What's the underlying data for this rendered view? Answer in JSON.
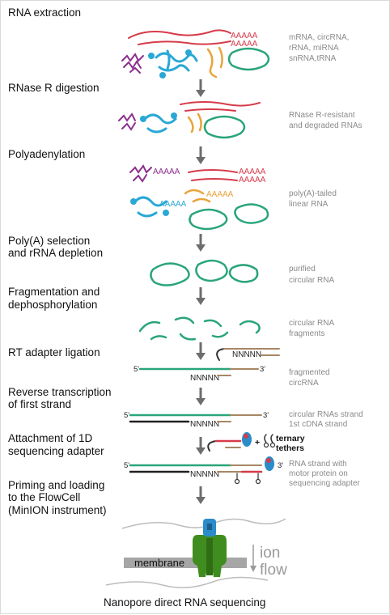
{
  "steps": [
    {
      "lines": [
        "RNA extraction"
      ]
    },
    {
      "lines": [
        "RNase R digestion"
      ]
    },
    {
      "lines": [
        "Polyadenylation"
      ]
    },
    {
      "lines": [
        "Poly(A) selection",
        "and rRNA depletion"
      ]
    },
    {
      "lines": [
        "Fragmentation and",
        "dephosphorylation"
      ]
    },
    {
      "lines": [
        "RT adapter ligation"
      ]
    },
    {
      "lines": [
        "Reverse transcription",
        "of first strand"
      ]
    },
    {
      "lines": [
        "Attachment of 1D",
        "sequencing adapter"
      ]
    },
    {
      "lines": [
        "Priming and loading",
        "to the FlowCell",
        "(MinION instrument)"
      ]
    }
  ],
  "notes": {
    "extraction": [
      "mRNA, circRNA,",
      "rRNA, miRNA",
      "snRNA,tRNA"
    ],
    "digestion": [
      "RNase R-resistant",
      "and degraded RNAs"
    ],
    "polyadenylation": [
      "poly(A)-tailed",
      "linear RNA"
    ],
    "selection": [
      "purified",
      "circular RNA"
    ],
    "fragmentation": [
      "circular RNA",
      "fragments"
    ],
    "ligation": [
      "fragmented",
      "circRNA"
    ],
    "rt": [
      "circular RNAs strand",
      "1st cDNA strand"
    ],
    "adapter": [
      "RNA strand with",
      "motor protein on",
      "sequencing adapter"
    ]
  },
  "labels": {
    "poly_a": "AAAAA",
    "adapter_n": "NNNNN",
    "five_prime": "5'",
    "three_prime": "3'",
    "ternary": [
      "ternary",
      "tethers"
    ],
    "plus": "+",
    "membrane": "membrane",
    "ion_flow": [
      "ion",
      "flow"
    ],
    "caption": "Nanopore direct RNA sequencing"
  },
  "colors": {
    "mRNA": "#d63b4a",
    "circRNA": "#2aa57a",
    "rRNA": "#29a8d6",
    "tRNA": "#e8a43a",
    "miRNA": "#8c2f8c",
    "adapter": "#a78664",
    "cDNA": "#222222",
    "arrow": "#6d6d6d",
    "pore": "#3f8d1e",
    "motor": "#2a8cc8",
    "membrane": "#a6a6a6"
  }
}
